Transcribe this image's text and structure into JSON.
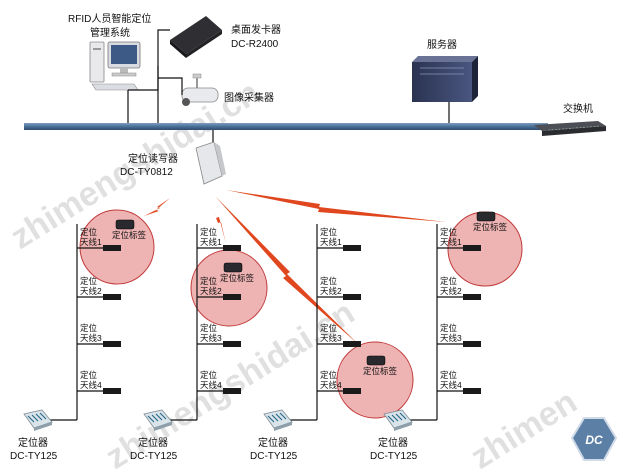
{
  "labels": {
    "rfid_system_line1": "RFID人员智能定位",
    "rfid_system_line2": "管理系统",
    "card_issuer_line1": "桌面发卡器",
    "card_issuer_line2": "DC-R2400",
    "camera": "图像采集器",
    "server": "服务器",
    "switch": "交换机",
    "reader_line1": "定位读写器",
    "reader_line2": "DC-TY0812",
    "antenna_1": "天线1",
    "antenna_2": "天线2",
    "antenna_3": "天线3",
    "antenna_4": "天线4",
    "antenna_prefix": "定位",
    "tag": "定位标签",
    "locator_line1": "定位器",
    "locator_line2": "DC-TY125",
    "badge": "DC"
  },
  "watermark": {
    "text1": "zhimengshidai.cn",
    "text2": "zhimengshidai.cn",
    "text3": "zhimen"
  },
  "colors": {
    "network_bar": "#4a6f96",
    "zone_fill": "#e89a9a",
    "zone_stroke": "#c23a3a",
    "signal": "#e0471e",
    "badge": "#5c7fa6"
  }
}
